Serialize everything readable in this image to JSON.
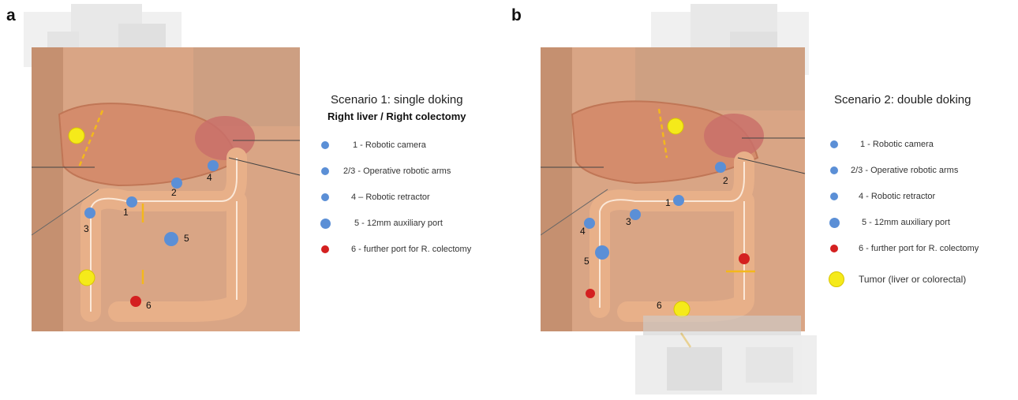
{
  "panels": [
    {
      "letter": "a",
      "title": "Scenario 1: single doking",
      "subtitle": "Right liver / Right colectomy",
      "legend": [
        {
          "icon": "blue-dot",
          "text": "1 - Robotic camera"
        },
        {
          "icon": "blue-dot",
          "text": "2/3 -  Operative robotic arms"
        },
        {
          "icon": "blue-dot",
          "text": "4 – Robotic retractor"
        },
        {
          "icon": "blue-dot-large",
          "text": "5 - 12mm auxiliary port"
        },
        {
          "icon": "red-dot",
          "text": "6 - further port for R. colectomy"
        }
      ],
      "ports": [
        {
          "label": "1",
          "color": "blue"
        },
        {
          "label": "2",
          "color": "blue"
        },
        {
          "label": "3",
          "color": "blue"
        },
        {
          "label": "4",
          "color": "blue"
        },
        {
          "label": "5",
          "color": "blue"
        },
        {
          "label": "6",
          "color": "red"
        }
      ]
    },
    {
      "letter": "b",
      "title": "Scenario 2: double doking",
      "legend": [
        {
          "icon": "blue-dot",
          "text": "1 - Robotic camera"
        },
        {
          "icon": "blue-dot",
          "text": "2/3 -  Operative robotic arms"
        },
        {
          "icon": "blue-dot",
          "text": "4 - Robotic retractor"
        },
        {
          "icon": "blue-dot-large",
          "text": "5 - 12mm auxiliary port"
        },
        {
          "icon": "red-dot",
          "text": "6 - further port for R. colectomy"
        },
        {
          "icon": "yellow-dot",
          "text": "Tumor (liver or colorectal)"
        }
      ],
      "ports": [
        {
          "label": "1",
          "color": "blue"
        },
        {
          "label": "2",
          "color": "blue"
        },
        {
          "label": "3",
          "color": "blue"
        },
        {
          "label": "4",
          "color": "blue"
        },
        {
          "label": "5",
          "color": "blue"
        },
        {
          "label": "6",
          "color": "red"
        }
      ]
    }
  ],
  "colors": {
    "port_blue": "#5b8fd6",
    "port_red": "#d42020",
    "tumor_yellow": "#f5ea1a",
    "incision_line": "#f3b81c",
    "skin": "#d9a585",
    "liver": "#d48c6c",
    "colon": "#e8b089",
    "stomach": "#c9706a"
  }
}
